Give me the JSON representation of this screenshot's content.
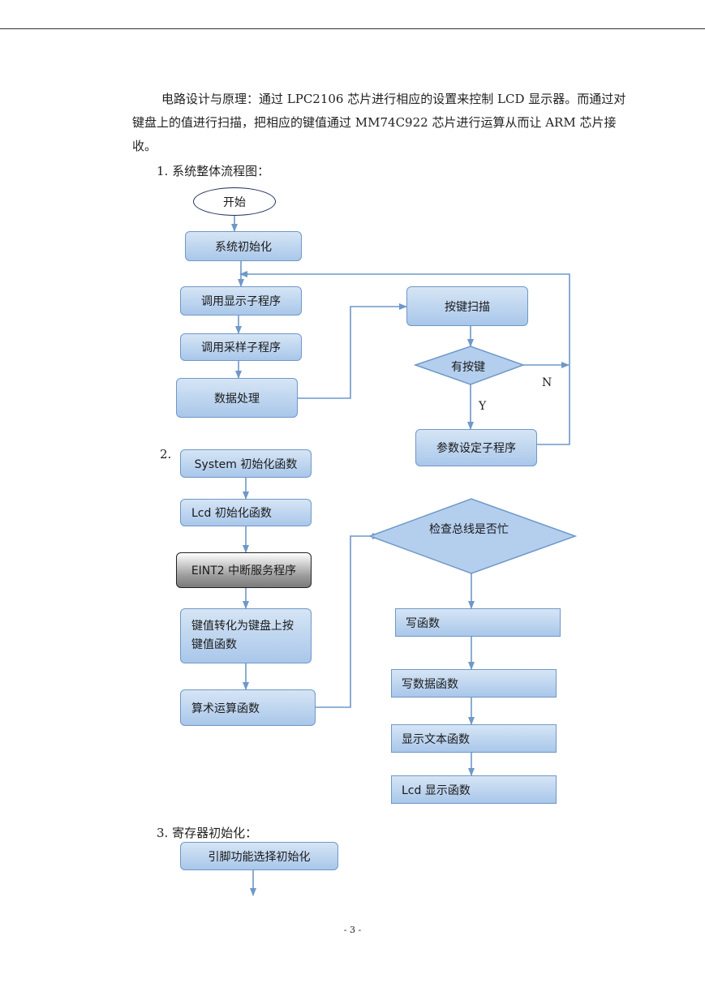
{
  "document": {
    "intro_line1": "电路设计与原理：通过 LPC2106 芯片进行相应的设置来控制 LCD 显示器。",
    "intro_rest": "而通过对键盘上的值进行扫描，把相应的键值通过 MM74C922 芯片进行运算从而让 ARM 芯片接收。",
    "section1_title": "1. 系统整体流程图：",
    "section2_title": "2.",
    "section3_title": "3. 寄存器初始化：",
    "page_number": "- 3 -"
  },
  "flow1": {
    "start": "开始",
    "init": "系统初始化",
    "call_display": "调用显示子程序",
    "call_sample": "调用采样子程序",
    "data_process": "数据处理",
    "key_scan": "按键扫描",
    "has_key": "有按键",
    "label_n": "N",
    "label_y": "Y",
    "param_set": "参数设定子程序"
  },
  "flow2": {
    "system_init": "System 初始化函数",
    "lcd_init": "Lcd 初始化函数",
    "eint2": "EINT2 中断服务程序",
    "key_convert": "键值转化为键盘上按键值函数",
    "arith": "算术运算函数",
    "check_bus": "检查总线是否忙",
    "write_func": "写函数",
    "write_data": "写数据函数",
    "show_text": "显示文本函数",
    "lcd_display": "Lcd 显示函数"
  },
  "flow3": {
    "pin_init": "引脚功能选择初始化"
  },
  "colors": {
    "box_fill_top": "#d6e5f5",
    "box_fill_bottom": "#a9c7ea",
    "box_border": "#6f98c8",
    "arrow": "#6f98c8"
  }
}
